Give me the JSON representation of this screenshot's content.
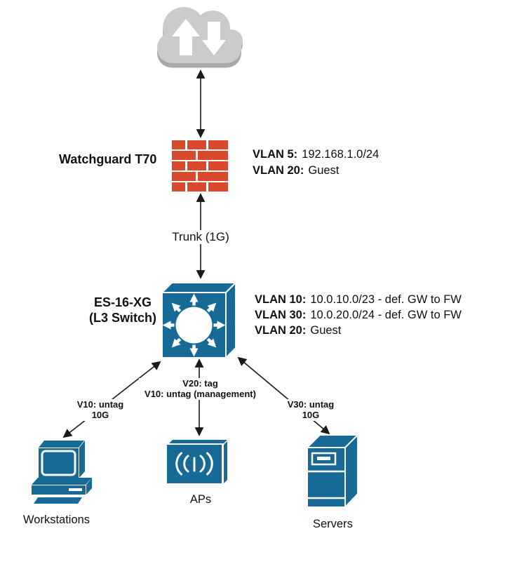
{
  "title": "Network topology diagram",
  "colors": {
    "device_blue": "#176A96",
    "brick_red": "#D9492D",
    "cloud_gray": "#CBCBCB",
    "cloud_rim": "#A9A9A9",
    "line_black": "#1A1A1A"
  },
  "firewall": {
    "name": "Watchguard T70",
    "vlans": [
      {
        "label": "VLAN 5:",
        "value": "192.168.1.0/24"
      },
      {
        "label": "VLAN 20:",
        "value": "Guest"
      }
    ]
  },
  "switch": {
    "name_line1": "ES-16-XG",
    "name_line2": "(L3 Switch)",
    "vlans": [
      {
        "label": "VLAN 10:",
        "value": "10.0.10.0/23 - def. GW to FW"
      },
      {
        "label": "VLAN 30:",
        "value": "10.0.20.0/24 - def. GW to FW"
      },
      {
        "label": "VLAN 20:",
        "value": "Guest"
      }
    ]
  },
  "links": {
    "trunk": {
      "label": "Trunk (1G)"
    },
    "workstations": {
      "line1": "V10: untag",
      "line2": "10G"
    },
    "aps": {
      "line1": "V20: tag",
      "line2": "V10: untag (management)"
    },
    "servers": {
      "line1": "V30: untag",
      "line2": "10G"
    }
  },
  "devices": {
    "workstations": "Workstations",
    "aps": "APs",
    "servers": "Servers"
  }
}
